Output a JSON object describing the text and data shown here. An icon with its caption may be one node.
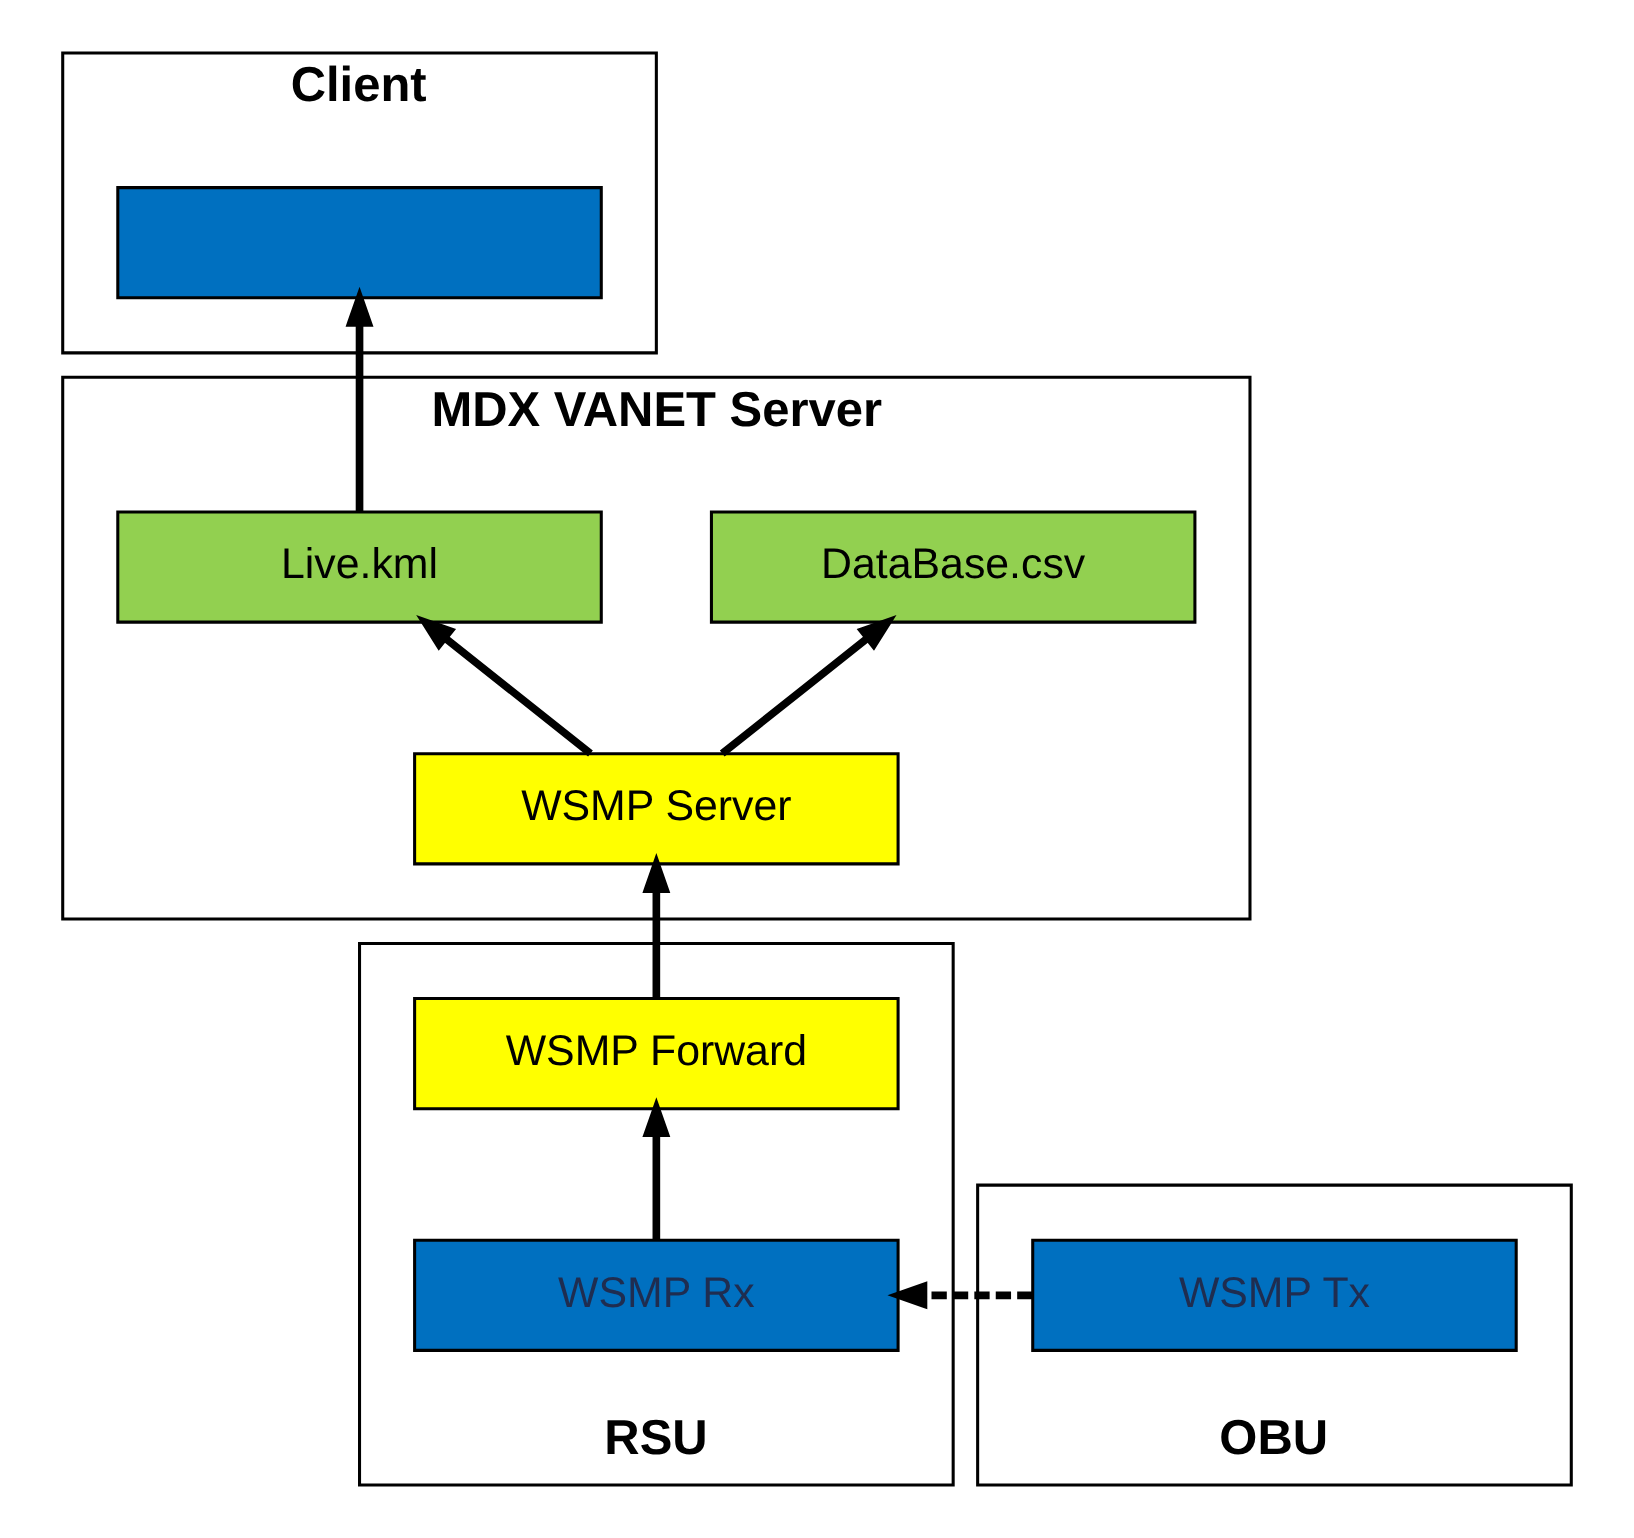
{
  "diagram": {
    "nodes": [
      {
        "text": [
          "Client"
        ]
      },
      {
        "text": [],
        "shape": "box",
        "in": 0
      },
      {
        "text": [
          "MDX VANET Server"
        ]
      },
      {
        "text": [
          "Live.kml"
        ],
        "in": 2
      },
      {
        "text": [
          "DataBase.csv"
        ],
        "in": 2
      },
      {
        "text": [
          "WSMP Server"
        ],
        "in": 2
      },
      {
        "text": [
          "RSU"
        ]
      },
      {
        "text": [
          "WSMP Forward"
        ],
        "in": 6
      },
      {
        "text": [
          "WSMP Rx"
        ],
        "in": 6
      },
      {
        "text": [
          "OBU"
        ]
      },
      {
        "text": [
          "WSMP Tx"
        ],
        "in": 9
      }
    ],
    "edges": [
      {
        "from": 3,
        "to": 1,
        "arrow": "to"
      },
      {
        "from": 5,
        "to": 3,
        "arrow": "to"
      },
      {
        "from": 5,
        "to": 4,
        "arrow": "to"
      },
      {
        "from": 7,
        "to": 5,
        "arrow": "to"
      },
      {
        "from": 8,
        "to": 7,
        "arrow": "to"
      },
      {
        "from": 10,
        "to": 8,
        "arrow": "to",
        "style": "dashed"
      }
    ]
  }
}
